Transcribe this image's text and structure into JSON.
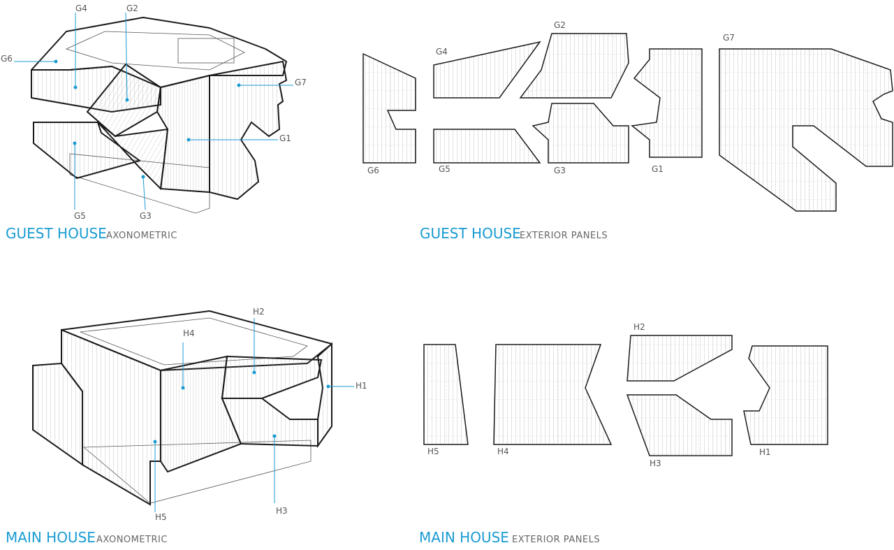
{
  "sections": {
    "guest_axo": {
      "title": "GUEST HOUSE",
      "subtitle": "AXONOMETRIC"
    },
    "guest_panels": {
      "title": "GUEST HOUSE",
      "subtitle": "EXTERIOR PANELS"
    },
    "main_axo": {
      "title": "MAIN HOUSE",
      "subtitle": "AXONOMETRIC"
    },
    "main_panels": {
      "title": "MAIN HOUSE",
      "subtitle": "EXTERIOR PANELS"
    }
  },
  "guest_axo_labels": [
    "G4",
    "G2",
    "G6",
    "G7",
    "G1",
    "G5",
    "G3"
  ],
  "guest_panel_labels": [
    "G6",
    "G4",
    "G5",
    "G2",
    "G3",
    "G1",
    "G7"
  ],
  "main_axo_labels": [
    "H4",
    "H2",
    "H1",
    "H5",
    "H3"
  ],
  "main_panel_labels": [
    "H5",
    "H4",
    "H2",
    "H3",
    "H1"
  ],
  "colors": {
    "accent": "#1a9bd2",
    "line": "#1a1a1a",
    "label": "#555555"
  }
}
